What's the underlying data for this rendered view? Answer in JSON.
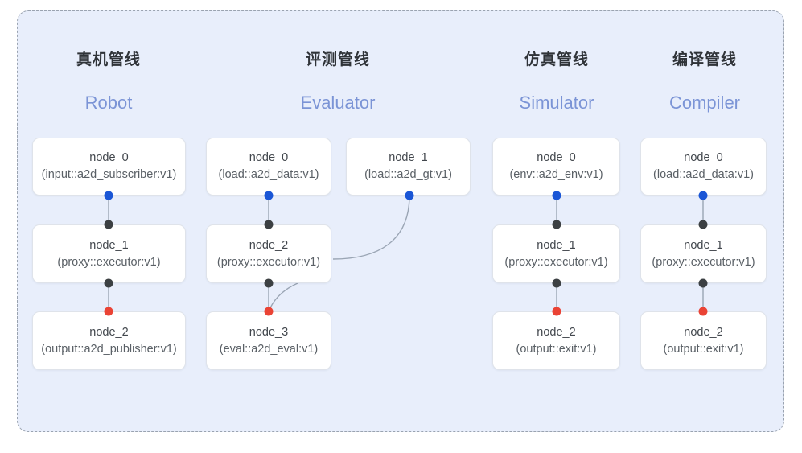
{
  "diagram": {
    "background_color": "#ffffff",
    "group_background_color": "#e8eefb",
    "group_border_color": "#9aa3b0",
    "columns": [
      {
        "id": "robot",
        "title_cn": "真机管线",
        "title_en": "Robot",
        "nodes": [
          {
            "id": "robot-0",
            "name": "node_0",
            "spec": "(input::a2d_subscriber:v1)",
            "row": 0,
            "ports": [
              "in"
            ]
          },
          {
            "id": "robot-1",
            "name": "node_1",
            "spec": "(proxy::executor:v1)",
            "row": 1,
            "ports": [
              "mid-top",
              "mid-bottom"
            ]
          },
          {
            "id": "robot-2",
            "name": "node_2",
            "spec": "(output::a2d_publisher:v1)",
            "row": 2,
            "ports": [
              "out"
            ]
          }
        ]
      },
      {
        "id": "evaluator",
        "title_cn": "评测管线",
        "title_en": "Evaluator",
        "nodes": [
          {
            "id": "eval-0",
            "name": "node_0",
            "spec": "(load::a2d_data:v1)",
            "row": 0,
            "ports": [
              "in"
            ]
          },
          {
            "id": "eval-gt",
            "name": "node_1",
            "spec": "(load::a2d_gt:v1)",
            "row": 0,
            "ports": [
              "in"
            ]
          },
          {
            "id": "eval-2",
            "name": "node_2",
            "spec": "(proxy::executor:v1)",
            "row": 1,
            "ports": [
              "mid-top",
              "mid-bottom"
            ]
          },
          {
            "id": "eval-3",
            "name": "node_3",
            "spec": "(eval::a2d_eval:v1)",
            "row": 2,
            "ports": [
              "out"
            ]
          }
        ]
      },
      {
        "id": "simulator",
        "title_cn": "仿真管线",
        "title_en": "Simulator",
        "nodes": [
          {
            "id": "sim-0",
            "name": "node_0",
            "spec": "(env::a2d_env:v1)",
            "row": 0,
            "ports": [
              "in"
            ]
          },
          {
            "id": "sim-1",
            "name": "node_1",
            "spec": "(proxy::executor:v1)",
            "row": 1,
            "ports": [
              "mid-top",
              "mid-bottom"
            ]
          },
          {
            "id": "sim-2",
            "name": "node_2",
            "spec": "(output::exit:v1)",
            "row": 2,
            "ports": [
              "out"
            ]
          }
        ]
      },
      {
        "id": "compiler",
        "title_cn": "编译管线",
        "title_en": "Compiler",
        "nodes": [
          {
            "id": "comp-0",
            "name": "node_0",
            "spec": "(load::a2d_data:v1)",
            "row": 0,
            "ports": [
              "in"
            ]
          },
          {
            "id": "comp-1",
            "name": "node_1",
            "spec": "(proxy::executor:v1)",
            "row": 1,
            "ports": [
              "mid-top",
              "mid-bottom"
            ]
          },
          {
            "id": "comp-2",
            "name": "node_2",
            "spec": "(output::exit:v1)",
            "row": 2,
            "ports": [
              "out"
            ]
          }
        ]
      }
    ],
    "port_colors": {
      "input": "#1a56d6",
      "intermediate": "#3c4043",
      "output": "#ea4335"
    },
    "edge_color": "#9aa5b4"
  }
}
